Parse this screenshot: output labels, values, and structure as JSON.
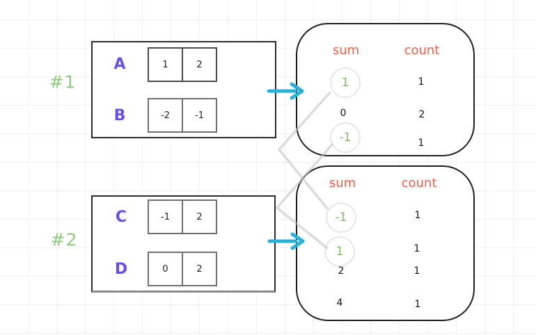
{
  "groups": [
    {
      "label": "#1",
      "arrays": [
        {
          "name": "A",
          "values": [
            "1",
            "2"
          ]
        },
        {
          "name": "B",
          "values": [
            "-2",
            "-1"
          ]
        }
      ],
      "result": {
        "sum_header": "sum",
        "count_header": "count",
        "rows": [
          {
            "sum": "1",
            "count": "1",
            "circled": true
          },
          {
            "sum": "0",
            "count": "2",
            "circled": false
          },
          {
            "sum": "-1",
            "count": "1",
            "circled": true
          }
        ]
      }
    },
    {
      "label": "#2",
      "arrays": [
        {
          "name": "C",
          "values": [
            "-1",
            "2"
          ]
        },
        {
          "name": "D",
          "values": [
            "0",
            "2"
          ]
        }
      ],
      "result": {
        "sum_header": "sum",
        "count_header": "count",
        "rows": [
          {
            "sum": "-1",
            "count": "1",
            "circled": true
          },
          {
            "sum": "1",
            "count": "1",
            "circled": true
          },
          {
            "sum": "2",
            "count": "1",
            "circled": false
          },
          {
            "sum": "4",
            "count": "1",
            "circled": false
          }
        ]
      }
    }
  ],
  "colors": {
    "purple": "#6d4ee2",
    "green": "#7dbd62",
    "light_green": "#8fc97e",
    "orange": "#e8624a",
    "cyan": "#29b1d7",
    "connector_gray": "#c6c6c6",
    "ink": "#1e1e1e"
  }
}
